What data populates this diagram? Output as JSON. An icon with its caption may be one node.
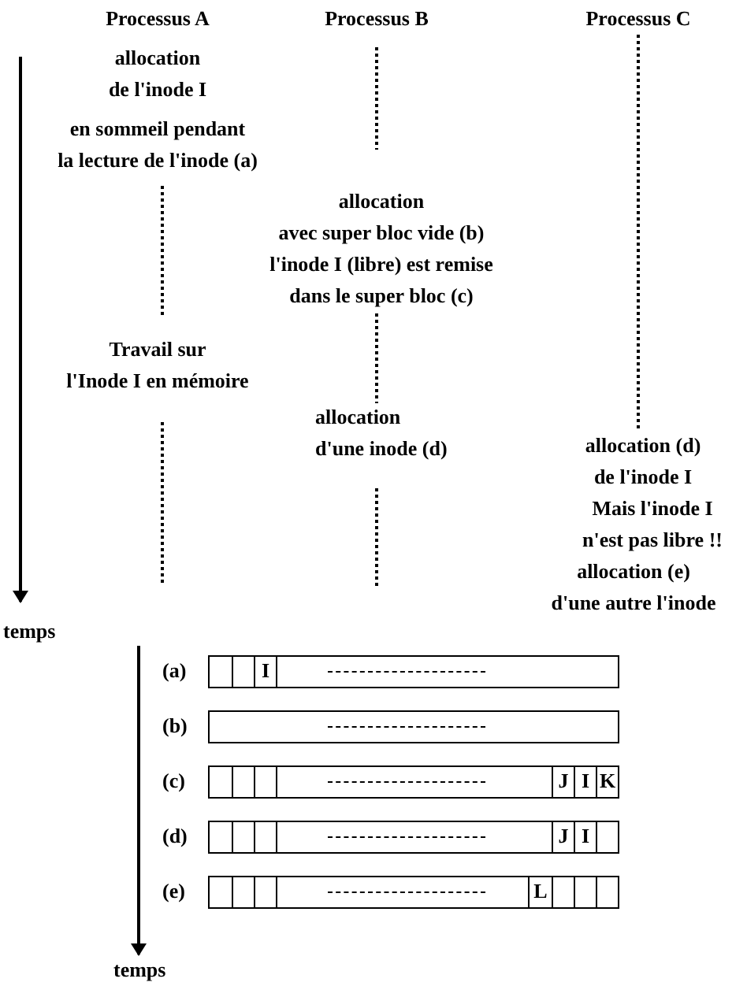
{
  "diagram": {
    "nodes": [
      {
        "text": [],
        "shape": "bar",
        "beside": [
          "(a)"
        ]
      },
      {
        "text": [
          "I"
        ],
        "in": 0
      },
      {
        "text": [],
        "shape": "bar",
        "beside": [
          "(b)"
        ]
      },
      {
        "text": [],
        "shape": "bar",
        "beside": [
          "(c)"
        ]
      },
      {
        "text": [
          "J"
        ],
        "in": 3
      },
      {
        "text": [
          "I"
        ],
        "in": 3
      },
      {
        "text": [
          "K"
        ],
        "in": 3
      },
      {
        "text": [],
        "shape": "bar",
        "beside": [
          "(d)"
        ]
      },
      {
        "text": [
          "J"
        ],
        "in": 7
      },
      {
        "text": [
          "I"
        ],
        "in": 7
      },
      {
        "text": [],
        "shape": "bar",
        "beside": [
          "(e)"
        ]
      },
      {
        "text": [
          "L"
        ],
        "in": 10
      }
    ],
    "edges": [],
    "labels": [
      "Processus A",
      "Processus B",
      "Processus C",
      "allocation de l'inode I",
      "en sommeil pendant la lecture de l'inode (a)",
      "allocation avec super bloc vide (b) l'inode I (libre) est remise dans le super bloc (c)",
      "Travail sur l'Inode I en mémoire",
      "allocation d'une inode (d)",
      "allocation (d) de l'inode I",
      "Mais l'inode I n'est pas libre !!",
      "allocation (e) d'une autre l'inode",
      "temps",
      "temps"
    ]
  }
}
